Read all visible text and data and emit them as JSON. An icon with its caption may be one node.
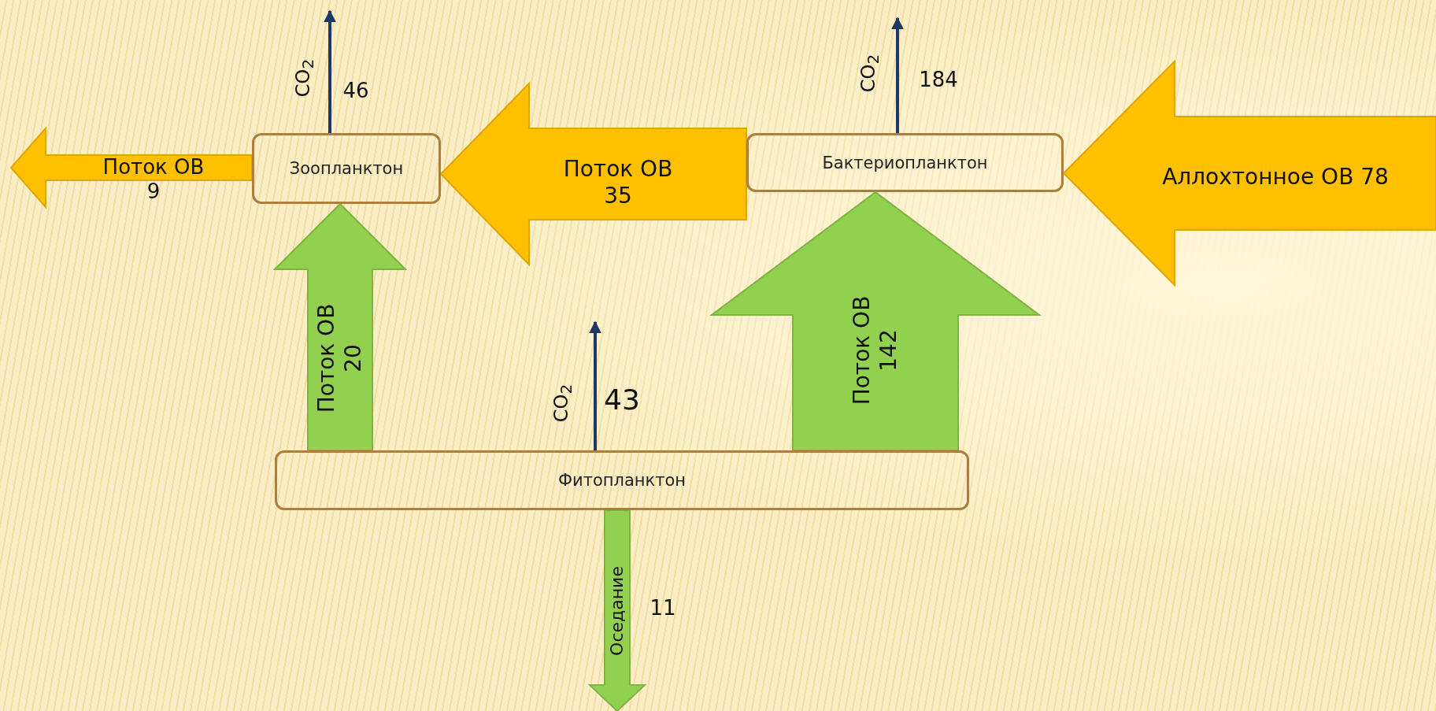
{
  "diagram": {
    "nodes": [
      {
        "text": [
          "Зоопланктон"
        ]
      },
      {
        "text": [
          "Бактериопланктон"
        ]
      },
      {
        "text": [
          "Фитопланктон"
        ]
      }
    ],
    "edges": [
      {
        "from": 0,
        "to": null,
        "arrow": "to",
        "label": "Поток ОВ 9",
        "style": "thick",
        "color": "#ffc000"
      },
      {
        "from": 1,
        "to": 0,
        "arrow": "to",
        "label": "Поток ОВ 35",
        "style": "thick",
        "color": "#ffc000"
      },
      {
        "from": null,
        "to": 1,
        "arrow": "to",
        "label": "Аллохтонное ОВ 78",
        "style": "thick",
        "color": "#ffc000"
      },
      {
        "from": 2,
        "to": 0,
        "arrow": "to",
        "label": "Поток ОВ 20",
        "style": "thick",
        "color": "#92d050"
      },
      {
        "from": 2,
        "to": 1,
        "arrow": "to",
        "label": "Поток ОВ 142",
        "style": "thick",
        "color": "#92d050"
      },
      {
        "from": 2,
        "to": null,
        "arrow": "to",
        "label": "Оседание",
        "style": "thick",
        "color": "#92d050"
      },
      {
        "from": 0,
        "to": null,
        "arrow": "to",
        "label": "CO$_{2}$",
        "color": "#1f3864"
      },
      {
        "from": 1,
        "to": null,
        "arrow": "to",
        "label": "CO$_{2}$",
        "color": "#1f3864"
      },
      {
        "from": 2,
        "to": null,
        "arrow": "to",
        "label": "CO$_{2}$",
        "color": "#1f3864"
      }
    ],
    "labels": [
      "46",
      "184",
      "43",
      "11"
    ]
  }
}
